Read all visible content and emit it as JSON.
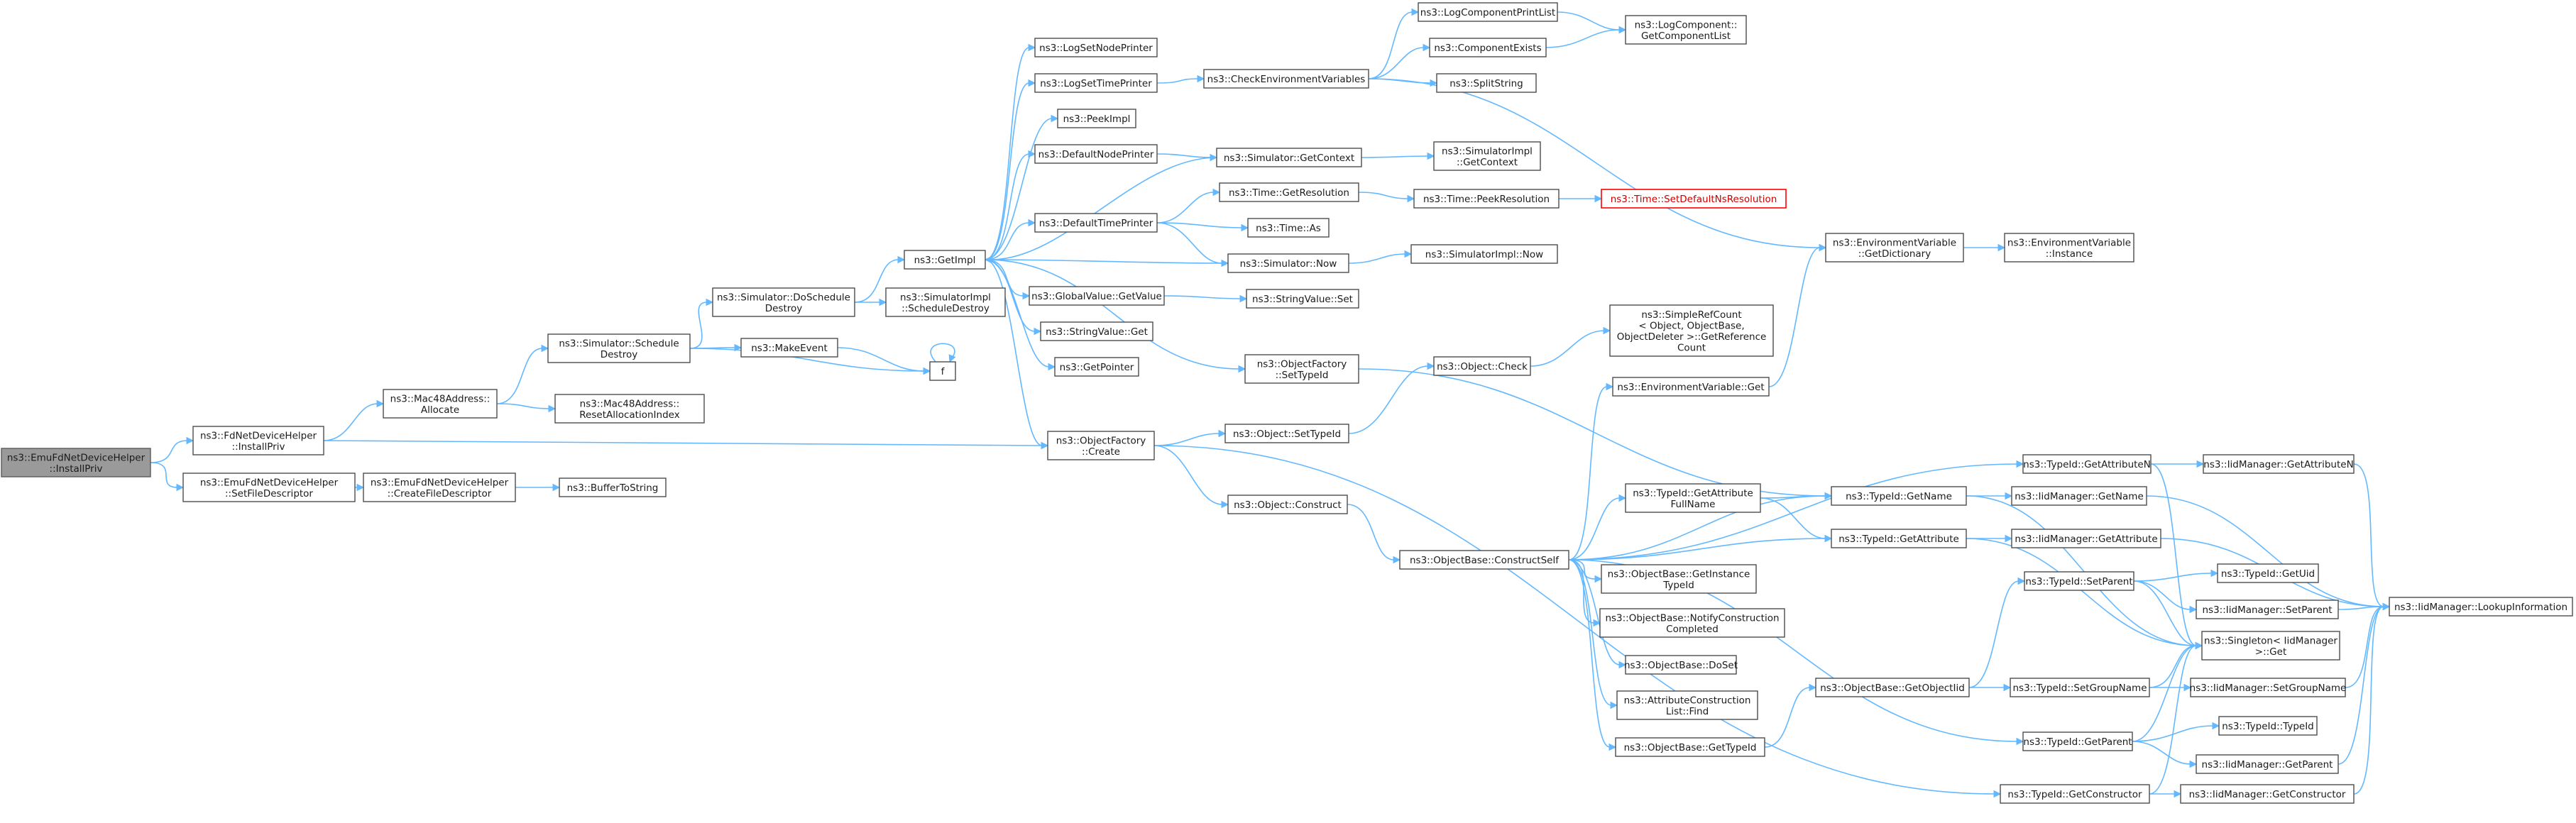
{
  "diagram": {
    "type": "call-graph",
    "colors": {
      "edge": "#63b8ff",
      "node_border": "#4d4d4d",
      "root_fill": "#9a9a9a",
      "highlight_border": "#ff0000"
    },
    "nodes": [
      {
        "id": "root",
        "lines": [
          "ns3::EmuFdNetDeviceHelper",
          "::InstallPriv"
        ],
        "style": "root"
      },
      {
        "id": "fdinst",
        "lines": [
          "ns3::FdNetDeviceHelper",
          "::InstallPriv"
        ]
      },
      {
        "id": "setfd",
        "lines": [
          "ns3::EmuFdNetDeviceHelper",
          "::SetFileDescriptor"
        ]
      },
      {
        "id": "createfd",
        "lines": [
          "ns3::EmuFdNetDeviceHelper",
          "::CreateFileDescriptor"
        ]
      },
      {
        "id": "buf2str",
        "lines": [
          "ns3::BufferToString"
        ]
      },
      {
        "id": "alloc",
        "lines": [
          "ns3::Mac48Address::",
          "Allocate"
        ]
      },
      {
        "id": "resetalloc",
        "lines": [
          "ns3::Mac48Address::",
          "ResetAllocationIndex"
        ]
      },
      {
        "id": "simsched",
        "lines": [
          "ns3::Simulator::Schedule",
          "Destroy"
        ]
      },
      {
        "id": "dosched",
        "lines": [
          "ns3::Simulator::DoSchedule",
          "Destroy"
        ]
      },
      {
        "id": "makeevent",
        "lines": [
          "ns3::MakeEvent"
        ]
      },
      {
        "id": "f",
        "lines": [
          "f"
        ]
      },
      {
        "id": "getimpl",
        "lines": [
          "ns3::GetImpl"
        ]
      },
      {
        "id": "simimplsched",
        "lines": [
          "ns3::SimulatorImpl",
          "::ScheduleDestroy"
        ]
      },
      {
        "id": "logsetnode",
        "lines": [
          "ns3::LogSetNodePrinter"
        ]
      },
      {
        "id": "logsettime",
        "lines": [
          "ns3::LogSetTimePrinter"
        ]
      },
      {
        "id": "peekimpl",
        "lines": [
          "ns3::PeekImpl"
        ]
      },
      {
        "id": "defnode",
        "lines": [
          "ns3::DefaultNodePrinter"
        ]
      },
      {
        "id": "deftime",
        "lines": [
          "ns3::DefaultTimePrinter"
        ]
      },
      {
        "id": "gvget",
        "lines": [
          "ns3::GlobalValue::GetValue"
        ]
      },
      {
        "id": "svget",
        "lines": [
          "ns3::StringValue::Get"
        ]
      },
      {
        "id": "getptr",
        "lines": [
          "ns3::GetPointer"
        ]
      },
      {
        "id": "checkenv",
        "lines": [
          "ns3::CheckEnvironmentVariables"
        ]
      },
      {
        "id": "logcpl",
        "lines": [
          "ns3::LogComponentPrintList"
        ]
      },
      {
        "id": "compexists",
        "lines": [
          "ns3::ComponentExists"
        ]
      },
      {
        "id": "splitstr",
        "lines": [
          "ns3::SplitString"
        ]
      },
      {
        "id": "getcomplist",
        "lines": [
          "ns3::LogComponent::",
          "GetComponentList"
        ]
      },
      {
        "id": "simgetctx",
        "lines": [
          "ns3::Simulator::GetContext"
        ]
      },
      {
        "id": "simimplgetctx",
        "lines": [
          "ns3::SimulatorImpl",
          "::GetContext"
        ]
      },
      {
        "id": "timegetres",
        "lines": [
          "ns3::Time::GetResolution"
        ]
      },
      {
        "id": "timepeekres",
        "lines": [
          "ns3::Time::PeekResolution"
        ]
      },
      {
        "id": "timesetdef",
        "lines": [
          "ns3::Time::SetDefaultNsResolution"
        ],
        "style": "warn"
      },
      {
        "id": "timeas",
        "lines": [
          "ns3::Time::As"
        ]
      },
      {
        "id": "simnow",
        "lines": [
          "ns3::Simulator::Now"
        ]
      },
      {
        "id": "simimplnow",
        "lines": [
          "ns3::SimulatorImpl::Now"
        ]
      },
      {
        "id": "svset",
        "lines": [
          "ns3::StringValue::Set"
        ]
      },
      {
        "id": "ofsettid",
        "lines": [
          "ns3::ObjectFactory",
          "::SetTypeId"
        ]
      },
      {
        "id": "ofcreate",
        "lines": [
          "ns3::ObjectFactory",
          "::Create"
        ]
      },
      {
        "id": "objsettid",
        "lines": [
          "ns3::Object::SetTypeId"
        ]
      },
      {
        "id": "objconstruct",
        "lines": [
          "ns3::Object::Construct"
        ]
      },
      {
        "id": "objcheck",
        "lines": [
          "ns3::Object::Check"
        ]
      },
      {
        "id": "simplerefcount",
        "lines": [
          "ns3::SimpleRefCount",
          "< Object, ObjectBase,",
          "ObjectDeleter >::GetReference",
          "Count"
        ]
      },
      {
        "id": "envvarget",
        "lines": [
          "ns3::EnvironmentVariable::Get"
        ]
      },
      {
        "id": "envgetdict",
        "lines": [
          "ns3::EnvironmentVariable",
          "::GetDictionary"
        ]
      },
      {
        "id": "envinst",
        "lines": [
          "ns3::EnvironmentVariable",
          "::Instance"
        ]
      },
      {
        "id": "obconstructself",
        "lines": [
          "ns3::ObjectBase::ConstructSelf"
        ]
      },
      {
        "id": "tidgetattrfull",
        "lines": [
          "ns3::TypeId::GetAttribute",
          "FullName"
        ]
      },
      {
        "id": "tidgetname",
        "lines": [
          "ns3::TypeId::GetName"
        ]
      },
      {
        "id": "tidgetattr",
        "lines": [
          "ns3::TypeId::GetAttribute"
        ]
      },
      {
        "id": "tidgetattrn",
        "lines": [
          "ns3::TypeId::GetAttributeN"
        ]
      },
      {
        "id": "iidgetattrn",
        "lines": [
          "ns3::IidManager::GetAttributeN"
        ]
      },
      {
        "id": "iidgetname",
        "lines": [
          "ns3::IidManager::GetName"
        ]
      },
      {
        "id": "iidgetattr",
        "lines": [
          "ns3::IidManager::GetAttribute"
        ]
      },
      {
        "id": "obgetinst",
        "lines": [
          "ns3::ObjectBase::GetInstance",
          "TypeId"
        ]
      },
      {
        "id": "obnotify",
        "lines": [
          "ns3::ObjectBase::NotifyConstruction",
          "Completed"
        ]
      },
      {
        "id": "obdoset",
        "lines": [
          "ns3::ObjectBase::DoSet"
        ]
      },
      {
        "id": "attrfind",
        "lines": [
          "ns3::AttributeConstruction",
          "List::Find"
        ]
      },
      {
        "id": "obgettid",
        "lines": [
          "ns3::ObjectBase::GetTypeId"
        ]
      },
      {
        "id": "obgetoid",
        "lines": [
          "ns3::ObjectBase::GetObjectIid"
        ]
      },
      {
        "id": "tidsetparent",
        "lines": [
          "ns3::TypeId::SetParent"
        ]
      },
      {
        "id": "tidgetuid",
        "lines": [
          "ns3::TypeId::GetUid"
        ]
      },
      {
        "id": "iidsetparent",
        "lines": [
          "ns3::IidManager::SetParent"
        ]
      },
      {
        "id": "singleton",
        "lines": [
          "ns3::Singleton< IidManager",
          ">::Get"
        ]
      },
      {
        "id": "tidsetgroup",
        "lines": [
          "ns3::TypeId::SetGroupName"
        ]
      },
      {
        "id": "iidsetgroup",
        "lines": [
          "ns3::IidManager::SetGroupName"
        ]
      },
      {
        "id": "tidgetparent",
        "lines": [
          "ns3::TypeId::GetParent"
        ]
      },
      {
        "id": "tidtypeid",
        "lines": [
          "ns3::TypeId::TypeId"
        ]
      },
      {
        "id": "iidgetparent",
        "lines": [
          "ns3::IidManager::GetParent"
        ]
      },
      {
        "id": "tidgetctor",
        "lines": [
          "ns3::TypeId::GetConstructor"
        ]
      },
      {
        "id": "iidgetctor",
        "lines": [
          "ns3::IidManager::GetConstructor"
        ]
      },
      {
        "id": "lookup",
        "lines": [
          "ns3::IidManager::LookupInformation"
        ]
      }
    ],
    "edges": [
      [
        "root",
        "fdinst"
      ],
      [
        "root",
        "setfd"
      ],
      [
        "setfd",
        "createfd"
      ],
      [
        "createfd",
        "buf2str"
      ],
      [
        "fdinst",
        "alloc"
      ],
      [
        "fdinst",
        "ofcreate"
      ],
      [
        "alloc",
        "simsched"
      ],
      [
        "alloc",
        "resetalloc"
      ],
      [
        "simsched",
        "dosched"
      ],
      [
        "simsched",
        "makeevent"
      ],
      [
        "simsched",
        "f"
      ],
      [
        "makeevent",
        "f"
      ],
      [
        "f",
        "f"
      ],
      [
        "dosched",
        "getimpl"
      ],
      [
        "dosched",
        "simimplsched"
      ],
      [
        "getimpl",
        "logsetnode"
      ],
      [
        "getimpl",
        "logsettime"
      ],
      [
        "getimpl",
        "peekimpl"
      ],
      [
        "getimpl",
        "defnode"
      ],
      [
        "getimpl",
        "deftime"
      ],
      [
        "getimpl",
        "gvget"
      ],
      [
        "getimpl",
        "svget"
      ],
      [
        "getimpl",
        "getptr"
      ],
      [
        "getimpl",
        "ofcreate"
      ],
      [
        "getimpl",
        "ofsettid"
      ],
      [
        "logsettime",
        "checkenv"
      ],
      [
        "checkenv",
        "logcpl"
      ],
      [
        "checkenv",
        "compexists"
      ],
      [
        "checkenv",
        "splitstr"
      ],
      [
        "checkenv",
        "envgetdict"
      ],
      [
        "logcpl",
        "getcomplist"
      ],
      [
        "compexists",
        "getcomplist"
      ],
      [
        "defnode",
        "simgetctx"
      ],
      [
        "simgetctx",
        "getimpl"
      ],
      [
        "simgetctx",
        "simimplgetctx"
      ],
      [
        "deftime",
        "timegetres"
      ],
      [
        "deftime",
        "timeas"
      ],
      [
        "deftime",
        "simnow"
      ],
      [
        "timegetres",
        "timepeekres"
      ],
      [
        "timepeekres",
        "timesetdef"
      ],
      [
        "simnow",
        "getimpl"
      ],
      [
        "simnow",
        "simimplnow"
      ],
      [
        "gvget",
        "svset"
      ],
      [
        "ofsettid",
        "tidgetname"
      ],
      [
        "ofcreate",
        "objsettid"
      ],
      [
        "ofcreate",
        "objconstruct"
      ],
      [
        "ofcreate",
        "tidgetctor"
      ],
      [
        "objsettid",
        "objcheck"
      ],
      [
        "objcheck",
        "simplerefcount"
      ],
      [
        "objconstruct",
        "obconstructself"
      ],
      [
        "obconstructself",
        "envvarget"
      ],
      [
        "obconstructself",
        "tidgetattrn"
      ],
      [
        "obconstructself",
        "tidgetname"
      ],
      [
        "obconstructself",
        "tidgetattrfull"
      ],
      [
        "obconstructself",
        "tidgetattr"
      ],
      [
        "obconstructself",
        "obgetinst"
      ],
      [
        "obconstructself",
        "obnotify"
      ],
      [
        "obconstructself",
        "obdoset"
      ],
      [
        "obconstructself",
        "attrfind"
      ],
      [
        "obconstructself",
        "obgettid"
      ],
      [
        "obconstructself",
        "tidgetparent"
      ],
      [
        "envvarget",
        "envgetdict"
      ],
      [
        "envgetdict",
        "envinst"
      ],
      [
        "tidgetattrfull",
        "tidgetname"
      ],
      [
        "tidgetattrfull",
        "tidgetattr"
      ],
      [
        "tidgetname",
        "iidgetname"
      ],
      [
        "tidgetname",
        "singleton"
      ],
      [
        "tidgetattr",
        "iidgetattr"
      ],
      [
        "tidgetattr",
        "singleton"
      ],
      [
        "tidgetattrn",
        "iidgetattrn"
      ],
      [
        "tidgetattrn",
        "singleton"
      ],
      [
        "iidgetattrn",
        "lookup"
      ],
      [
        "iidgetname",
        "lookup"
      ],
      [
        "iidgetattr",
        "lookup"
      ],
      [
        "obgettid",
        "obgetoid"
      ],
      [
        "obgetoid",
        "tidsetparent"
      ],
      [
        "obgetoid",
        "tidsetgroup"
      ],
      [
        "tidsetparent",
        "tidgetuid"
      ],
      [
        "tidsetparent",
        "iidsetparent"
      ],
      [
        "tidsetparent",
        "singleton"
      ],
      [
        "iidsetparent",
        "lookup"
      ],
      [
        "tidsetgroup",
        "iidsetgroup"
      ],
      [
        "tidsetgroup",
        "singleton"
      ],
      [
        "iidsetgroup",
        "lookup"
      ],
      [
        "tidgetparent",
        "tidtypeid"
      ],
      [
        "tidgetparent",
        "iidgetparent"
      ],
      [
        "tidgetparent",
        "singleton"
      ],
      [
        "iidgetparent",
        "lookup"
      ],
      [
        "tidgetctor",
        "iidgetctor"
      ],
      [
        "tidgetctor",
        "singleton"
      ],
      [
        "iidgetctor",
        "lookup"
      ]
    ]
  }
}
